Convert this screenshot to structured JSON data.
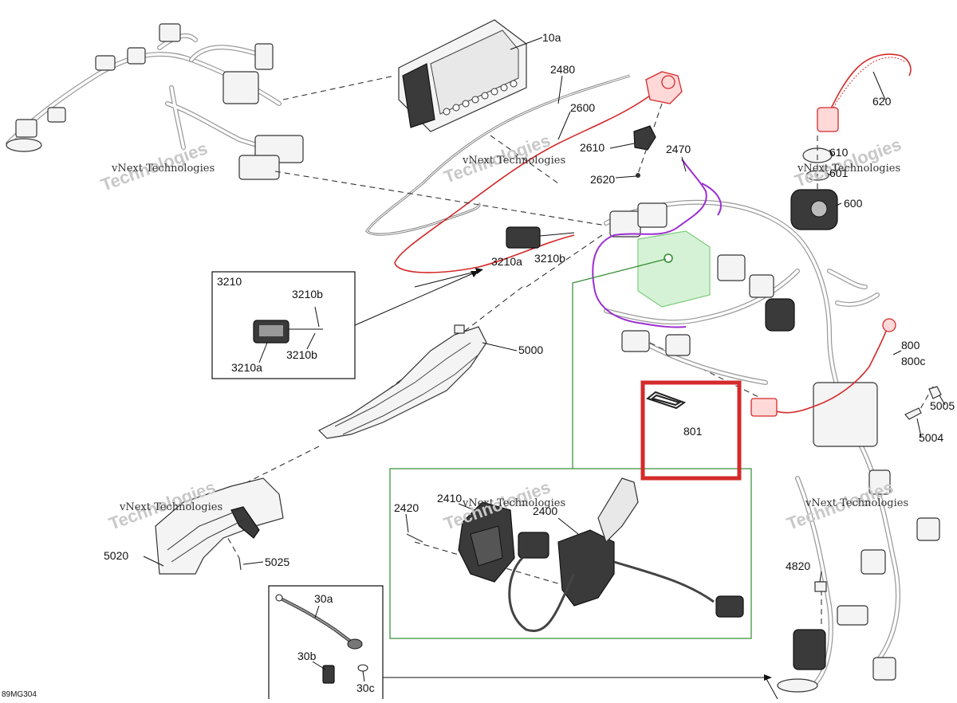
{
  "diagram": {
    "code": "89MG304",
    "watermark_line1": "vNext Technologies",
    "watermark_line2": "Technologies",
    "labels": {
      "p10a": "10a",
      "p2480": "2480",
      "p2600": "2600",
      "p2610": "2610",
      "p2620": "2620",
      "p2470": "2470",
      "p620": "620",
      "p610": "610",
      "p601": "601",
      "p600": "600",
      "p3210a_top": "3210a",
      "p3210b_top": "3210b",
      "inset_3210": "3210",
      "inset_3210b_1": "3210b",
      "inset_3210b_2": "3210b",
      "inset_3210a": "3210a",
      "p5000": "5000",
      "p800": "800",
      "p800c": "800c",
      "p801": "801",
      "p5005": "5005",
      "p5004": "5004",
      "p2420": "2420",
      "p2410": "2410",
      "p2400": "2400",
      "p5020": "5020",
      "p5025": "5025",
      "p4820": "4820",
      "p30a": "30a",
      "p30b": "30b",
      "p30c": "30c"
    },
    "colors": {
      "highlight": "#d42a2a",
      "red_parts": "#d42a2a",
      "purple_harness": "#9b2fd1",
      "green_callout": "#2e8b2e"
    }
  }
}
